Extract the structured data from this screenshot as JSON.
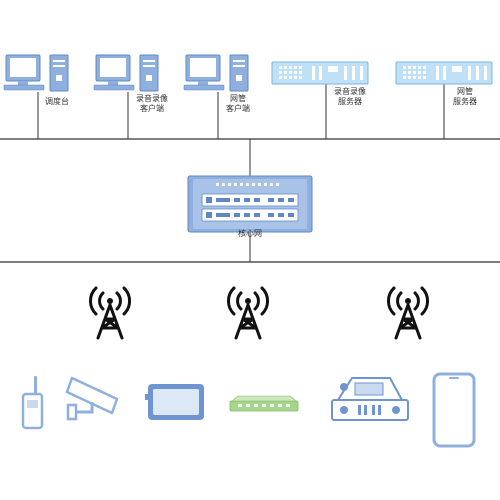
{
  "colors": {
    "device_fill": "#8fb0df",
    "device_stroke": "#5f87c4",
    "server_fill": "#bfe0f7",
    "server_stroke": "#7fb4de",
    "line": "#333333",
    "tower": "#111111",
    "green_device": "#a6d68a"
  },
  "top_network": {
    "devices": [
      {
        "id": "dispatch",
        "icon": "computer-icon",
        "label_lines": [
          "调度台"
        ]
      },
      {
        "id": "rec-client",
        "icon": "computer-icon",
        "label_lines": [
          "录音录像",
          "客户端"
        ]
      },
      {
        "id": "nm-client",
        "icon": "computer-icon",
        "label_lines": [
          "网管",
          "客户端"
        ]
      },
      {
        "id": "rec-server",
        "icon": "rack-server-icon",
        "label_lines": [
          "录音录像",
          "服务器"
        ]
      },
      {
        "id": "nm-server",
        "icon": "rack-server-icon",
        "label_lines": [
          "网管",
          "服务器"
        ]
      }
    ]
  },
  "core": {
    "icon": "core-network-chassis-icon",
    "label": "核心网"
  },
  "base_stations": [
    {
      "icon": "radio-tower-icon"
    },
    {
      "icon": "radio-tower-icon"
    },
    {
      "icon": "radio-tower-icon"
    }
  ],
  "terminals": [
    {
      "icon": "handheld-radio-icon"
    },
    {
      "icon": "surveillance-camera-icon"
    },
    {
      "icon": "tablet-icon"
    },
    {
      "icon": "gateway-device-icon"
    },
    {
      "icon": "vehicle-radio-icon"
    },
    {
      "icon": "smartphone-icon"
    }
  ]
}
